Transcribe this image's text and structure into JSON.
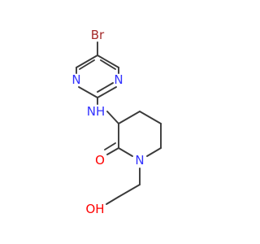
{
  "molecule": {
    "colors": {
      "bond": "#3a3a3a",
      "N": "#3333ff",
      "O": "#ff0000",
      "Br": "#a52a2a",
      "background": "#ffffff"
    },
    "atoms": [
      {
        "id": "br",
        "text": "Br",
        "element": "Br"
      },
      {
        "id": "n1",
        "text": "N",
        "element": "N"
      },
      {
        "id": "n3",
        "text": "N",
        "element": "N"
      },
      {
        "id": "nh",
        "text": "NH",
        "element": "N"
      },
      {
        "id": "n_pip",
        "text": "N",
        "element": "N"
      },
      {
        "id": "o_co",
        "text": "O",
        "element": "O"
      },
      {
        "id": "o_h",
        "text": "OH",
        "element": "O"
      }
    ]
  }
}
